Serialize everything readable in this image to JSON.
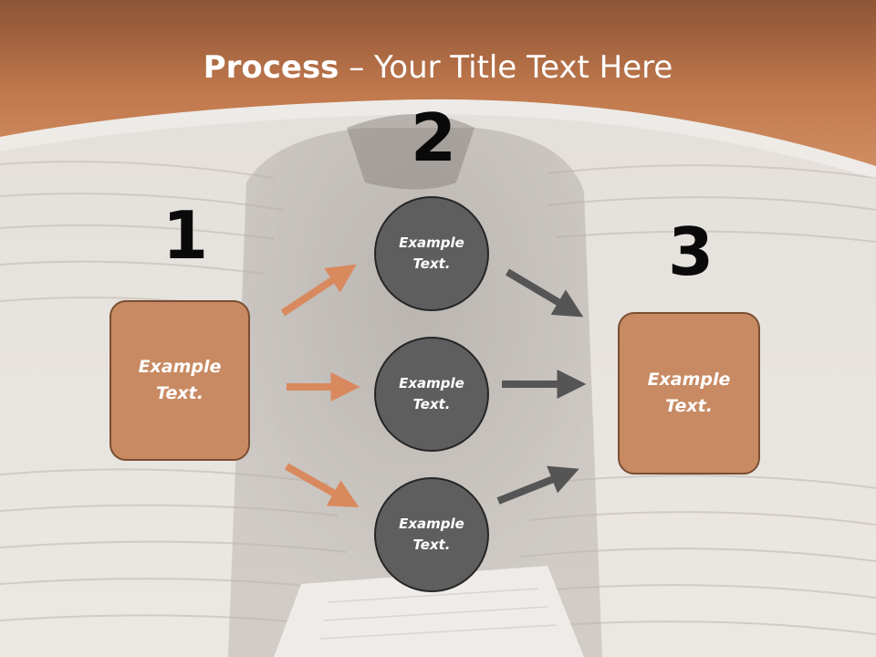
{
  "title": {
    "bold": "Process",
    "rest": " – Your Title Text Here"
  },
  "steps": {
    "one": "1",
    "two": "2",
    "three": "3"
  },
  "boxes": {
    "left_text": "Example Text.",
    "right_text": "Example Text."
  },
  "circles": [
    {
      "text": "Example Text."
    },
    {
      "text": "Example Text."
    },
    {
      "text": "Example Text."
    }
  ],
  "colors": {
    "header": "#b06a40",
    "box_fill": "#c88a62",
    "box_border": "#7a4e33",
    "circle_fill": "#5e5e5e",
    "circle_border": "#262626",
    "arrow_orange": "#d9895e",
    "arrow_gray": "#555555"
  }
}
